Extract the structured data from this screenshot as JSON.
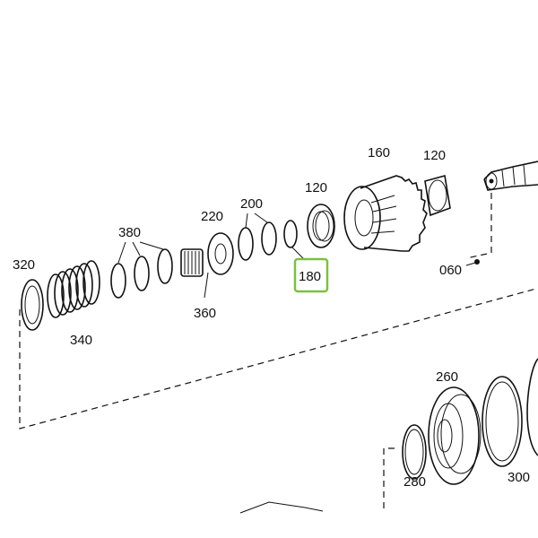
{
  "colors": {
    "highlight": "#7ac143",
    "ink": "#111111"
  },
  "callouts": {
    "c320": "320",
    "c340": "340",
    "c380": "380",
    "c360": "360",
    "c220": "220",
    "c200": "200",
    "c120a": "120",
    "c180": "180",
    "c160": "160",
    "c120b": "120",
    "c060": "060",
    "c260": "260",
    "c280": "280",
    "c300": "300"
  },
  "highlighted_callout": "180"
}
